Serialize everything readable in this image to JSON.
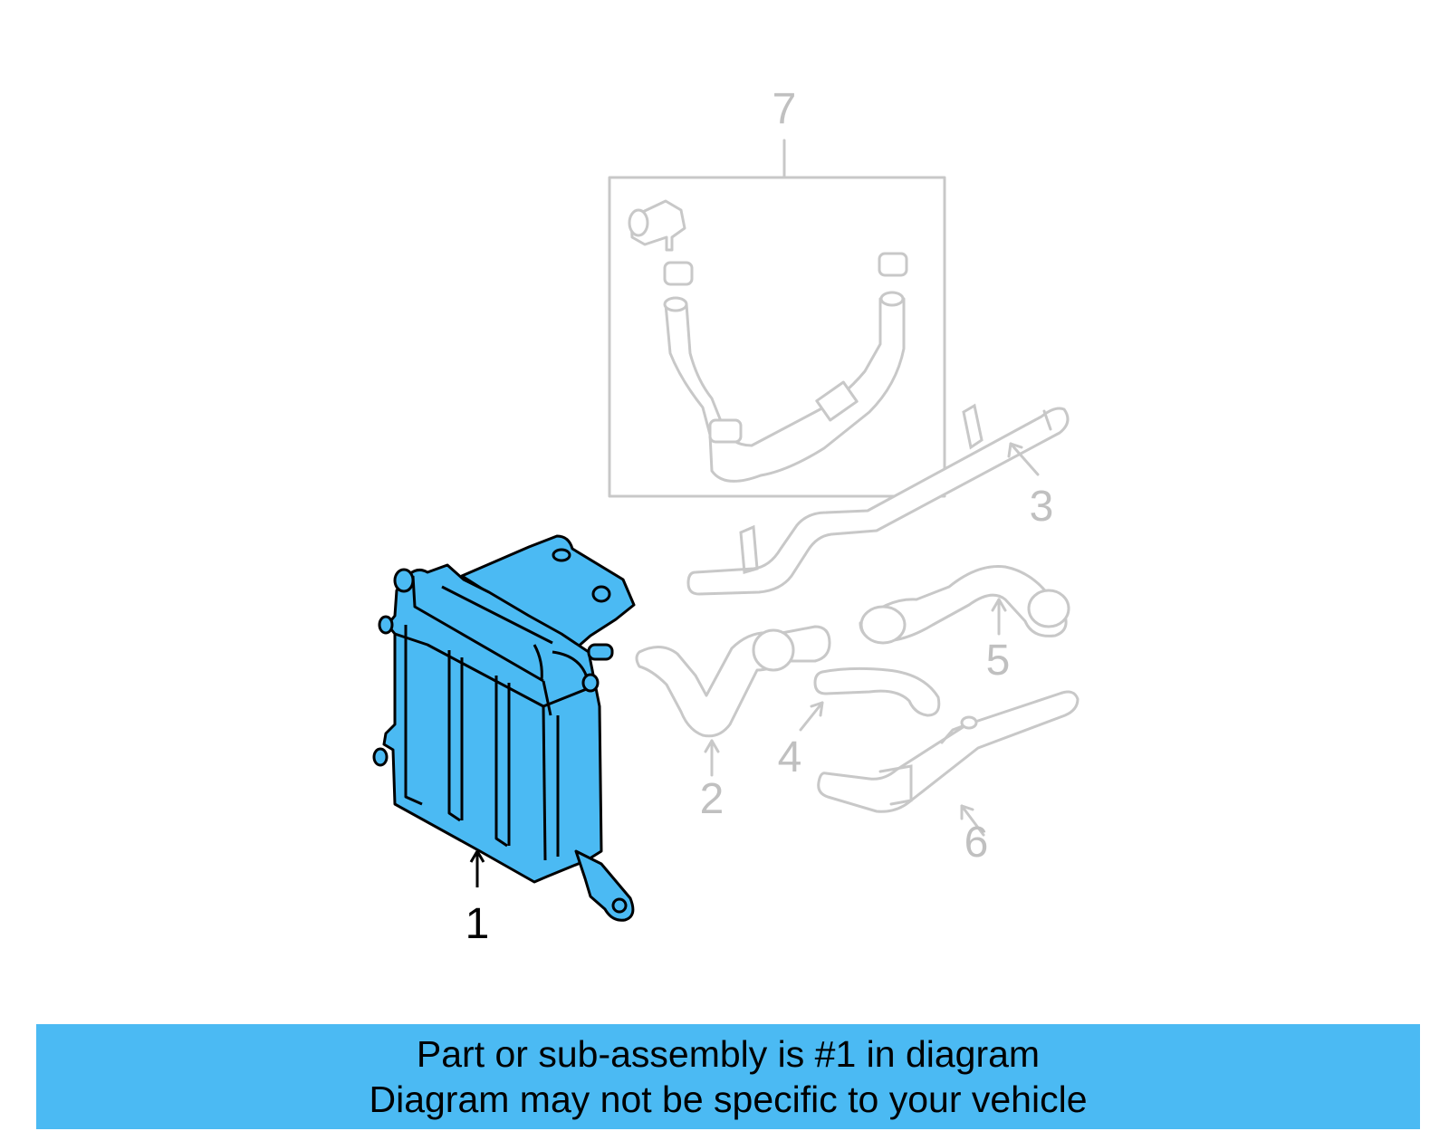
{
  "colors": {
    "highlight": "#4bbaf3",
    "banner_background": "#4bbaf3",
    "inactive_stroke": "#c8c8c8",
    "inactive_text": "#c0c0c0",
    "active_stroke": "#000000",
    "active_text": "#000000"
  },
  "diagram": {
    "highlighted_part": "1",
    "callouts": [
      {
        "id": "1",
        "label": "1",
        "highlighted": true
      },
      {
        "id": "2",
        "label": "2",
        "highlighted": false
      },
      {
        "id": "3",
        "label": "3",
        "highlighted": false
      },
      {
        "id": "4",
        "label": "4",
        "highlighted": false
      },
      {
        "id": "5",
        "label": "5",
        "highlighted": false
      },
      {
        "id": "6",
        "label": "6",
        "highlighted": false
      },
      {
        "id": "7",
        "label": "7",
        "highlighted": false
      }
    ]
  },
  "banner": {
    "line1": "Part or sub-assembly is #1 in diagram",
    "line2": "Diagram may not be specific to your vehicle"
  }
}
